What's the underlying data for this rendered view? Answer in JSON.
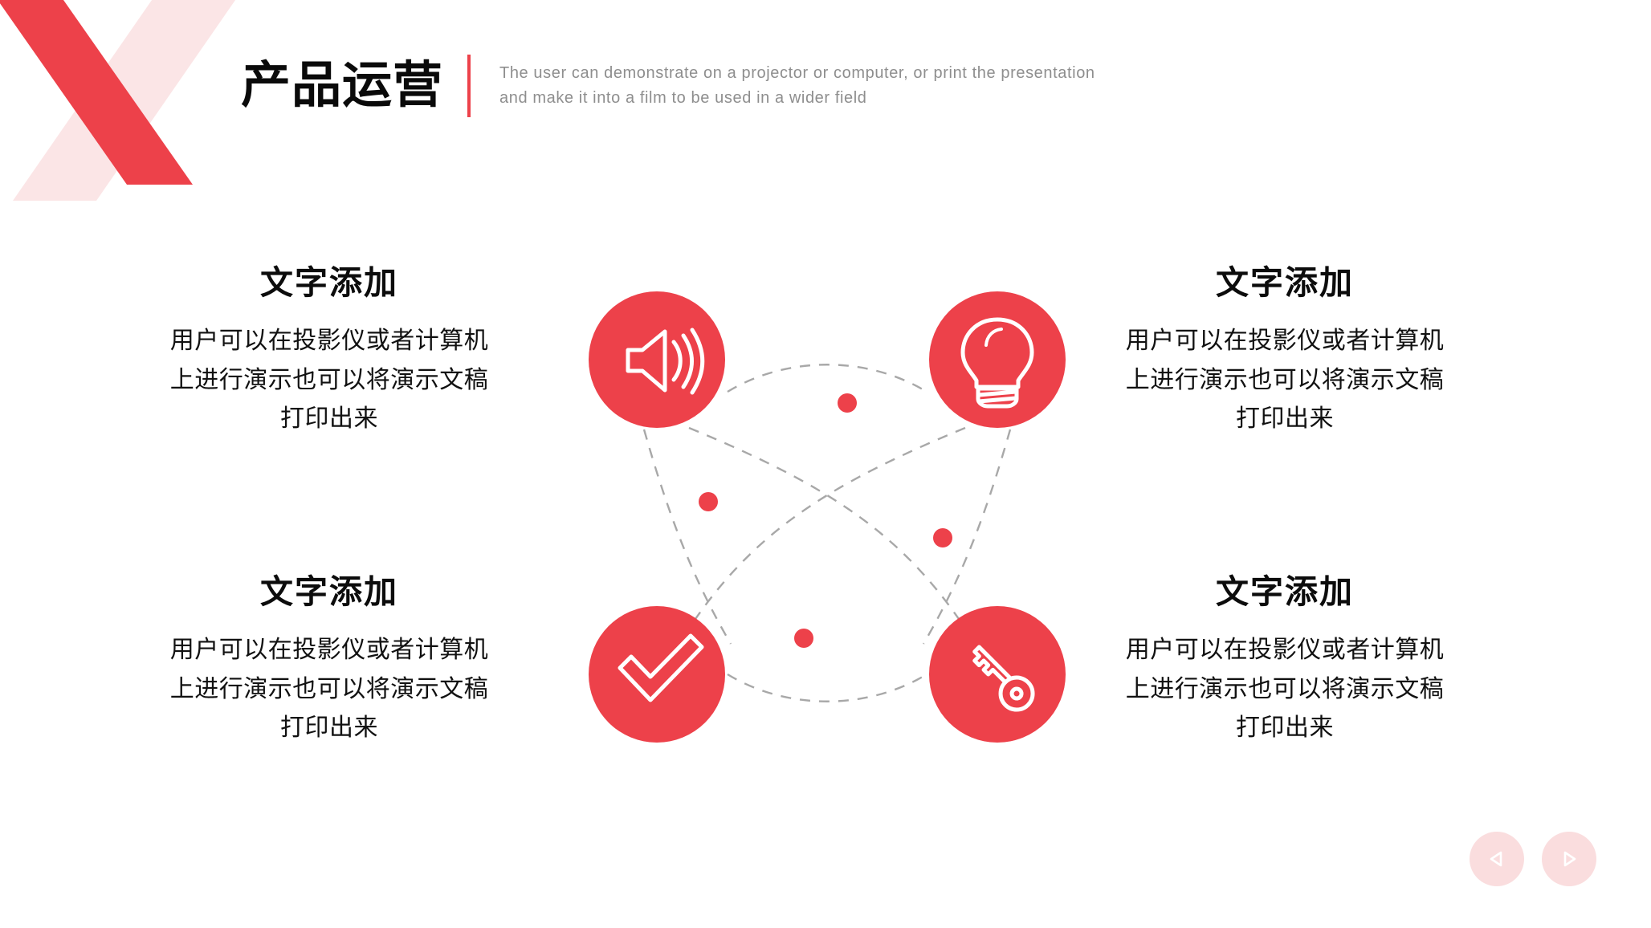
{
  "theme": {
    "accent_red": "#ED414A",
    "accent_pink": "#FADDDE",
    "dash_gray": "#A8A8A8",
    "text_dark": "#0C0C0C",
    "text_muted": "#8E8E8E",
    "background": "#FFFFFF"
  },
  "header": {
    "title": "产品运营",
    "subtitle": "The user can demonstrate on a projector or computer, or print the presentation and make it into a film to be used in a wider field"
  },
  "blocks": [
    {
      "position": "top-left",
      "heading": "文字添加",
      "body": "用户可以在投影仪或者计算机上进行演示也可以将演示文稿打印出来"
    },
    {
      "position": "top-right",
      "heading": "文字添加",
      "body": "用户可以在投影仪或者计算机上进行演示也可以将演示文稿打印出来"
    },
    {
      "position": "bottom-left",
      "heading": "文字添加",
      "body": "用户可以在投影仪或者计算机上进行演示也可以将演示文稿打印出来"
    },
    {
      "position": "bottom-right",
      "heading": "文字添加",
      "body": "用户可以在投影仪或者计算机上进行演示也可以将演示文稿打印出来"
    }
  ],
  "diagram": {
    "nodes": [
      {
        "id": "node-1",
        "icon": "speaker-icon",
        "position": "top-left"
      },
      {
        "id": "node-2",
        "icon": "lightbulb-icon",
        "position": "top-right"
      },
      {
        "id": "node-3",
        "icon": "check-icon",
        "position": "bottom-left"
      },
      {
        "id": "node-4",
        "icon": "key-icon",
        "position": "bottom-right"
      }
    ],
    "connector_dots": 4,
    "connector_style": "dashed-arc"
  },
  "nav": {
    "prev_label": "previous-slide",
    "next_label": "next-slide"
  }
}
